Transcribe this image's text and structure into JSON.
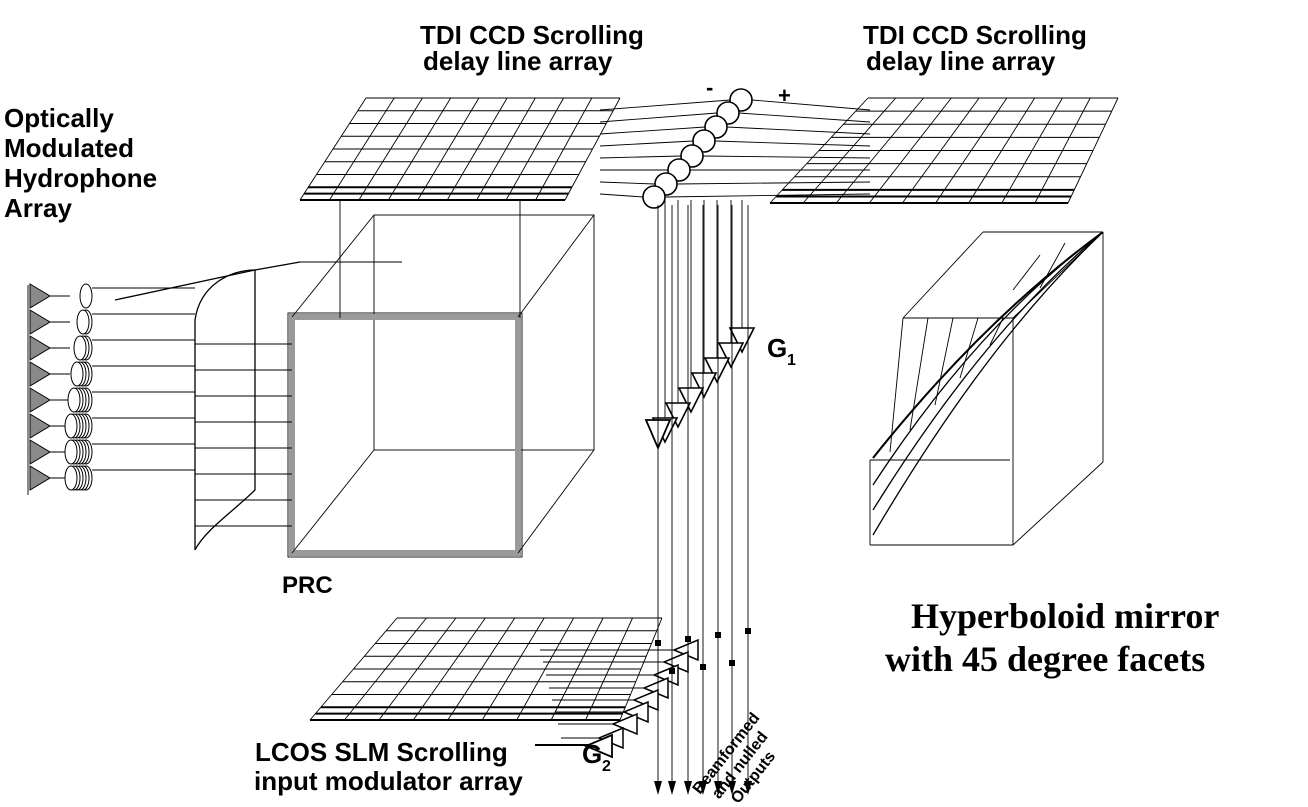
{
  "labels": {
    "tdi_left_line1": "TDI CCD Scrolling",
    "tdi_left_line2": "delay line array",
    "tdi_right_line1": "TDI CCD Scrolling",
    "tdi_right_line2": "delay line array",
    "hydrophone_line1": "Optically",
    "hydrophone_line2": "Modulated",
    "hydrophone_line3": "Hydrophone",
    "hydrophone_line4": "Array",
    "prc": "PRC",
    "g1_letter": "G",
    "g1_sub": "1",
    "g2_letter": "G",
    "g2_sub": "2",
    "lcos_line1": "LCOS SLM Scrolling",
    "lcos_line2": "input modulator array",
    "outputs_line1": "Beamformed",
    "outputs_line2": "and nulled",
    "outputs_line3": "Outputs",
    "mirror_line1": "Hyperboloid mirror",
    "mirror_line2": "with 45 degree  facets",
    "minus_sign": "-",
    "plus_sign": "+"
  },
  "colors": {
    "ink": "#000000",
    "hydrophone_fill": "#8a8a8a",
    "prc_frame": "#9a9a9a"
  }
}
